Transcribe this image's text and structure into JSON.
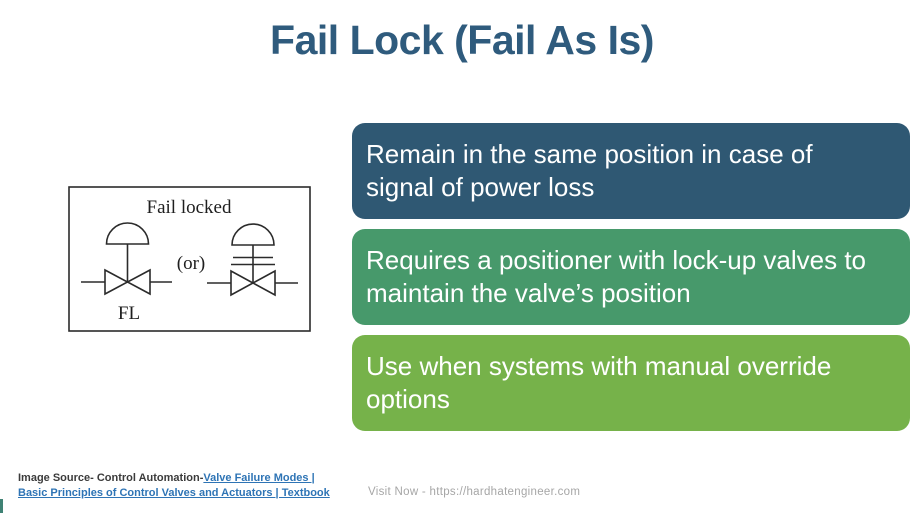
{
  "slide": {
    "title": "Fail Lock (Fail As Is)",
    "title_color": "#2f5b7d",
    "background_color": "#ffffff"
  },
  "diagram": {
    "caption": "Fail locked",
    "or_label": "(or)",
    "fl_label": "FL",
    "border_color": "#2b2b2b",
    "line_color": "#2b2b2b"
  },
  "bullets": [
    {
      "text": "Remain in the same position in case of signal of power loss",
      "color": "#2f5873"
    },
    {
      "text": "Requires a positioner with lock-up valves to maintain the valve’s position",
      "color": "#47996b"
    },
    {
      "text": "Use when systems with manual override options",
      "color": "#76b24a"
    }
  ],
  "footer": {
    "source_prefix": "Image Source- Control Automation-",
    "source_link": "Valve Failure Modes | Basic Principles of Control Valves and Actuators | Textbook",
    "link_color": "#2e74b5",
    "visit": "Visit Now - https://hardhatengineer.com",
    "accent_color": "#3f8274"
  }
}
